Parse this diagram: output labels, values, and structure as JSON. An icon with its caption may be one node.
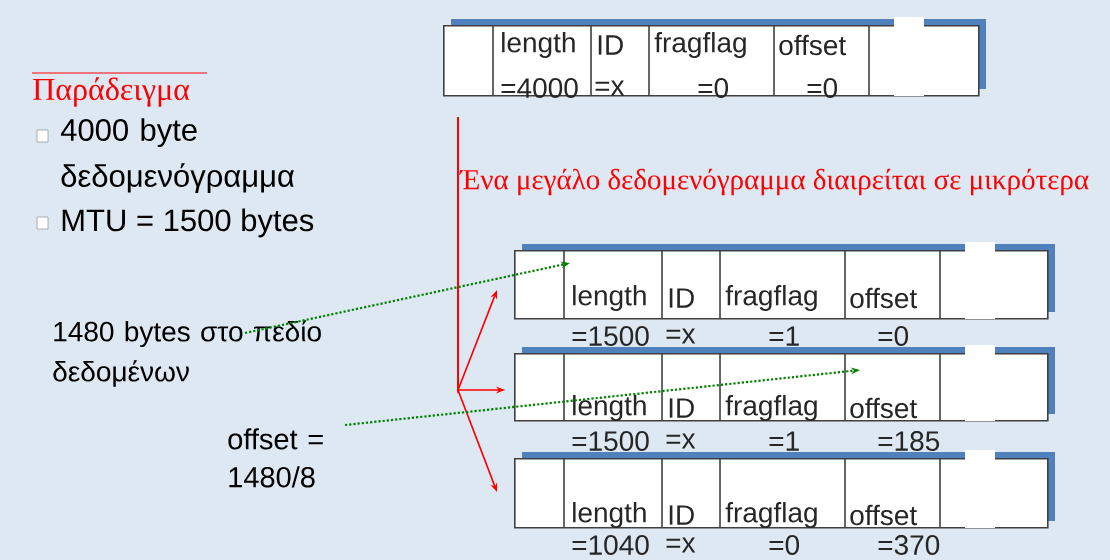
{
  "diagram": {
    "nodes": [
      {
        "text": [
          "length",
          "ID",
          "fragflag",
          "offset",
          "=4000",
          "=x",
          "=0",
          "=0"
        ]
      },
      {
        "text": [
          "length",
          "ID",
          "fragflag",
          "offset",
          "=1500",
          "=x",
          "=1",
          "=0"
        ]
      },
      {
        "text": [
          "length",
          "ID",
          "fragflag",
          "offset",
          "=1500",
          "=x",
          "=1",
          "=185"
        ]
      },
      {
        "text": [
          "length",
          "ID",
          "fragflag",
          "offset",
          "=1040",
          "=x",
          "=0",
          "=370"
        ]
      },
      {
        "text": [
          "1480 bytes στο πεδίο δεδομένων"
        ]
      },
      {
        "text": [
          "offset = 1480/8"
        ]
      }
    ],
    "edges": [
      {
        "from": 0,
        "to": 1,
        "arrow": "to",
        "color": "#ff0000"
      },
      {
        "from": 0,
        "to": 2,
        "arrow": "to",
        "color": "#ff0000"
      },
      {
        "from": 0,
        "to": 3,
        "arrow": "to",
        "color": "#ff0000"
      },
      {
        "from": 4,
        "to": 1,
        "arrow": "to",
        "style": "dashed",
        "color": "#008000"
      },
      {
        "from": 5,
        "to": 2,
        "arrow": "to",
        "style": "dashed",
        "color": "#008000"
      }
    ],
    "labels": [
      "Παράδειγμα",
      "4000 byte δεδομενόγραμμα",
      "MTU = 1500 bytes",
      "Ένα μεγάλο δεδομενόγραμμα διαιρείται σε μικρότερα"
    ]
  }
}
